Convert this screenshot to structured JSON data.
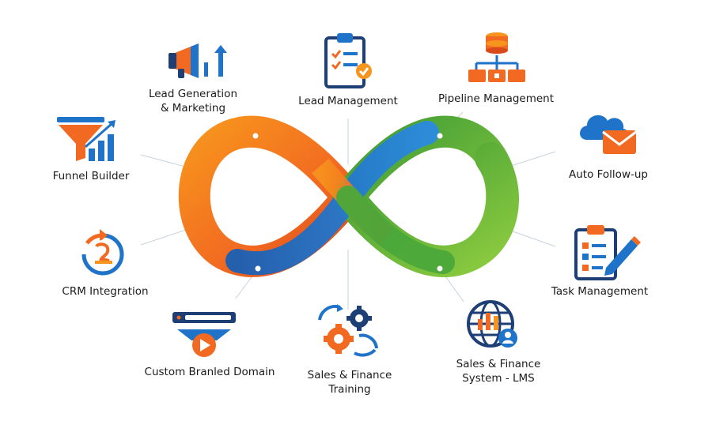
{
  "colors": {
    "orange": "#f26a21",
    "blue": "#1f73c8",
    "green": "#4aa83a",
    "navy": "#1d3f75",
    "text": "#1b1b1b"
  },
  "nodes": [
    {
      "id": "lead-generation",
      "lines": [
        "Lead Generation",
        "& Marketing"
      ],
      "icon": "megaphone-icon"
    },
    {
      "id": "lead-management",
      "lines": [
        "Lead Management"
      ],
      "icon": "clipboard-check-icon"
    },
    {
      "id": "pipeline-management",
      "lines": [
        "Pipeline Management"
      ],
      "icon": "database-hierarchy-icon"
    },
    {
      "id": "funnel-builder",
      "lines": [
        "Funnel Builder"
      ],
      "icon": "funnel-chart-icon"
    },
    {
      "id": "auto-follow-up",
      "lines": [
        "Auto Follow-up"
      ],
      "icon": "cloud-mail-icon"
    },
    {
      "id": "crm-integration",
      "lines": [
        "CRM Integration"
      ],
      "icon": "crm-cycle-icon"
    },
    {
      "id": "task-management",
      "lines": [
        "Task Management"
      ],
      "icon": "clipboard-pencil-icon"
    },
    {
      "id": "custom-branded-domain",
      "lines": [
        "Custom Branled Domain"
      ],
      "icon": "browser-play-icon"
    },
    {
      "id": "sales-finance-training",
      "lines": [
        "Sales & Finance",
        "Training"
      ],
      "icon": "gears-icon"
    },
    {
      "id": "sales-finance-lms",
      "lines": [
        "Sales & Finance",
        "System - LMS"
      ],
      "icon": "globe-user-icon"
    }
  ]
}
